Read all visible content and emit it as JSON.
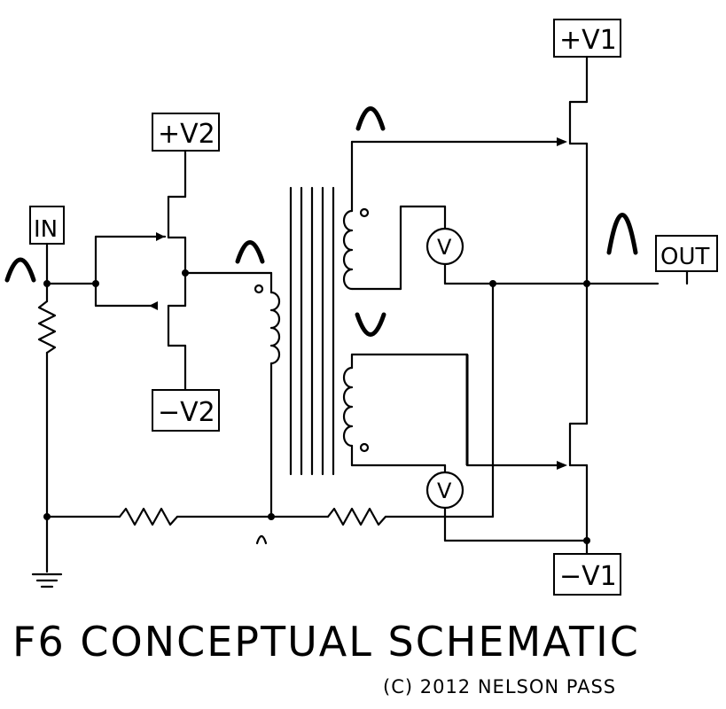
{
  "labels": {
    "in": "IN",
    "out": "OUT",
    "plus_v1": "+V1",
    "minus_v1": "−V1",
    "plus_v2": "+V2",
    "minus_v2": "−V2",
    "voltmeter": "V"
  },
  "title": "F6 CONCEPTUAL SCHEMATIC",
  "credit": "(C) 2012 NELSON PASS"
}
